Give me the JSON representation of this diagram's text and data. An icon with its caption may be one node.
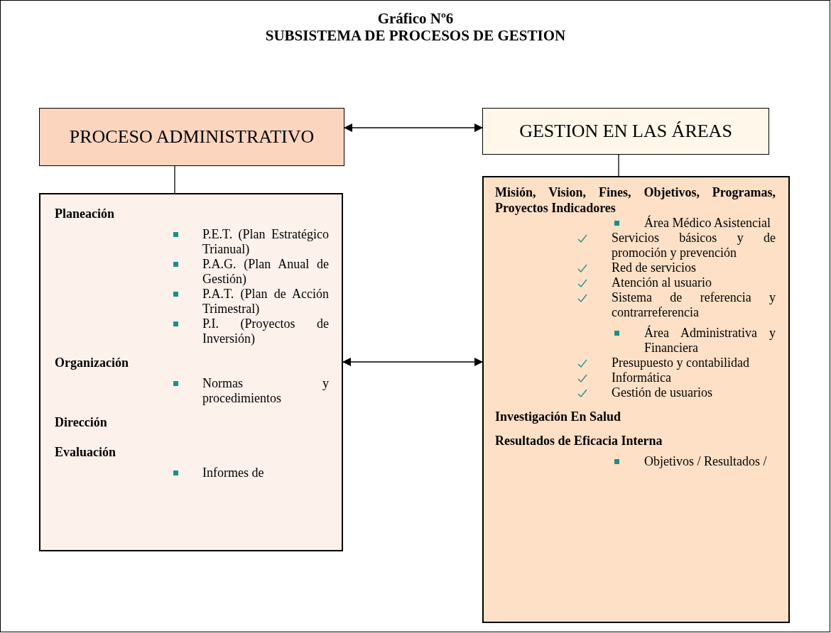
{
  "diagram": {
    "title": "Gráfico Nº6",
    "nodes": [
      {
        "text": [
          "PROCESO ADMINISTRATIVO"
        ]
      },
      {
        "text": [
          "GESTION EN LAS ÁREAS"
        ]
      },
      {
        "text": [
          "Planeación",
          "P.E.T. (Plan Estratégico Trianual)",
          "P.A.G. (Plan Anual de Gestión)",
          "P.A.T. (Plan de Acción Trimestral)",
          "P.I. (Proyectos de Inversión)",
          "Organización",
          "Normas y procedimientos",
          "Dirección",
          "Evaluación",
          "Informes de"
        ]
      },
      {
        "text": [
          "Misión, Vision, Fines, Objetivos, Programas, Proyectos Indicadores",
          "Área Médico Asistencial",
          "Servicios básicos y de promoción y prevención",
          "Red de servicios",
          "Atención al usuario",
          "Sistema de referencia y contrarreferencia",
          "Área Administrativa y Financiera",
          "Presupuesto y contabilidad",
          "Informática",
          "Gestión de usuarios",
          "Investigación En Salud",
          "Resultados de Eficacia Interna",
          "Objetivos / Resultados /"
        ]
      }
    ],
    "edges": [
      {
        "from": 0,
        "to": 1,
        "arrow": "both"
      },
      {
        "from": 0,
        "to": 2,
        "arrow": "none"
      },
      {
        "from": 1,
        "to": 3,
        "arrow": "none"
      },
      {
        "from": 2,
        "to": 3,
        "arrow": "both"
      }
    ],
    "labels": [
      "SUBSISTEMA DE PROCESOS DE GESTION"
    ]
  }
}
